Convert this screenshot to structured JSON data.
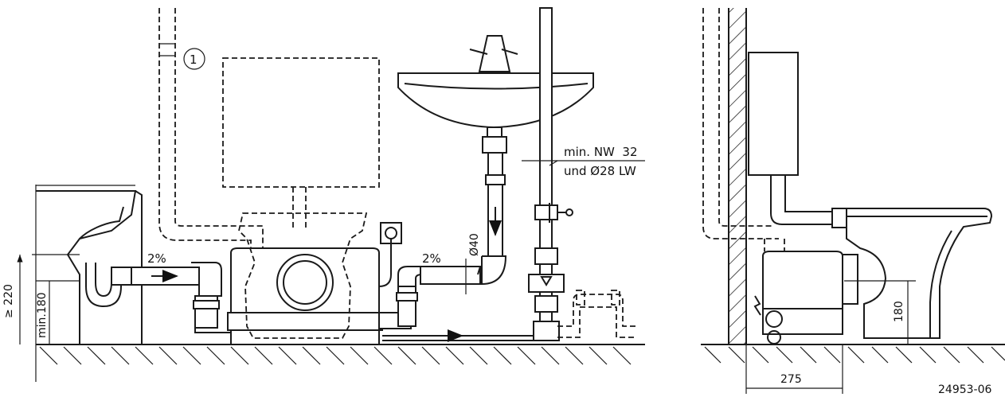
{
  "callout": "1",
  "labels": {
    "pipe_spec_line1": "min. NW  32",
    "pipe_spec_line2": "und Ø28 LW",
    "slope_left": "2%",
    "slope_right": "2%",
    "diameter": "Ø40",
    "height_min": "≥ 220",
    "height_min180": "min.180",
    "side_height": "180",
    "side_width": "275",
    "drawing_number": "24953-06"
  }
}
